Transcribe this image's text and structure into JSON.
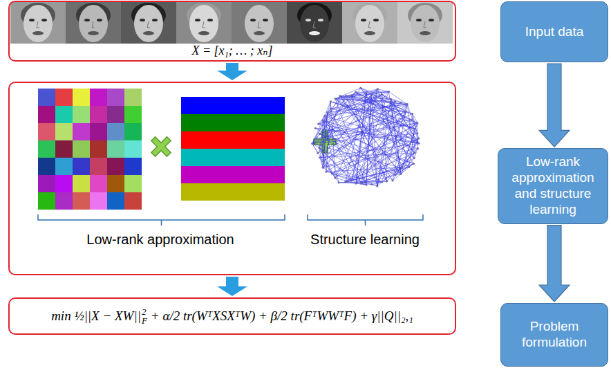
{
  "diagram": {
    "nodes": [
      {
        "text": [
          "X = [x₁; … ; xₙ]"
        ]
      },
      {
        "text": [
          "Low-rank approximation",
          "Structure learning"
        ]
      },
      {
        "text": [
          "min ½||X − XW||",
          "2",
          "F",
          "+ α/2 tr(WᵀXSXᵀW) + β/2 tr(FᵀWWᵀF) + γ||Q||₂,₁"
        ]
      },
      {
        "text": [
          "Input data"
        ]
      },
      {
        "text": [
          "Low-rank approximation and structure learning"
        ]
      },
      {
        "text": [
          "Problem formulation"
        ]
      }
    ],
    "edges": [
      {
        "from": 0,
        "to": 1,
        "arrow": "to"
      },
      {
        "from": 1,
        "to": 2,
        "arrow": "to"
      },
      {
        "from": 3,
        "to": 4,
        "arrow": "to"
      },
      {
        "from": 4,
        "to": 5,
        "arrow": "to"
      }
    ]
  }
}
